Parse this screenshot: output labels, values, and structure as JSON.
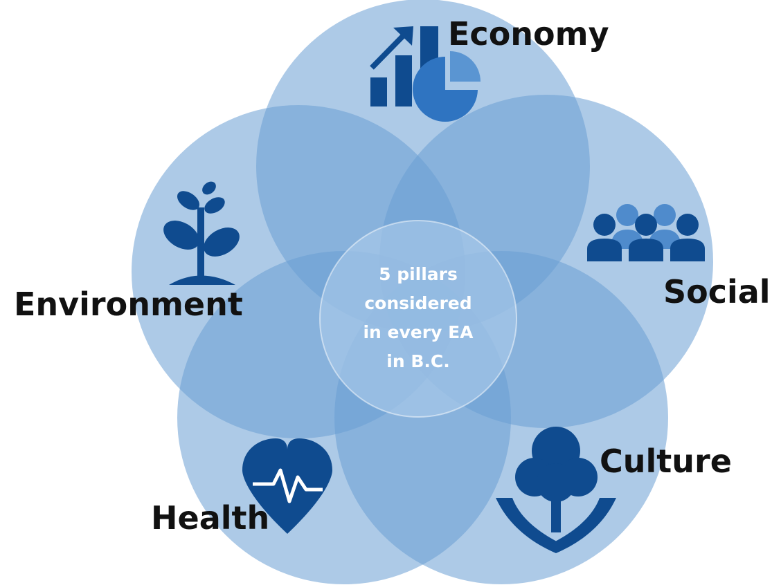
{
  "colors": {
    "petal_fill": "#6a9fd4",
    "center_fill": "#a9c9ea",
    "icon_color": "#0f4b8f",
    "label_color": "#111111"
  },
  "pillars": [
    {
      "label": "Economy",
      "icon": "chart-icon"
    },
    {
      "label": "Social",
      "icon": "people-icon"
    },
    {
      "label": "Culture",
      "icon": "tree-hands-icon"
    },
    {
      "label": "Health",
      "icon": "heart-pulse-icon"
    },
    {
      "label": "Environment",
      "icon": "plant-icon"
    }
  ],
  "center": {
    "lines": [
      "5 pillars",
      "considered",
      "in every EA",
      "in B.C."
    ]
  }
}
